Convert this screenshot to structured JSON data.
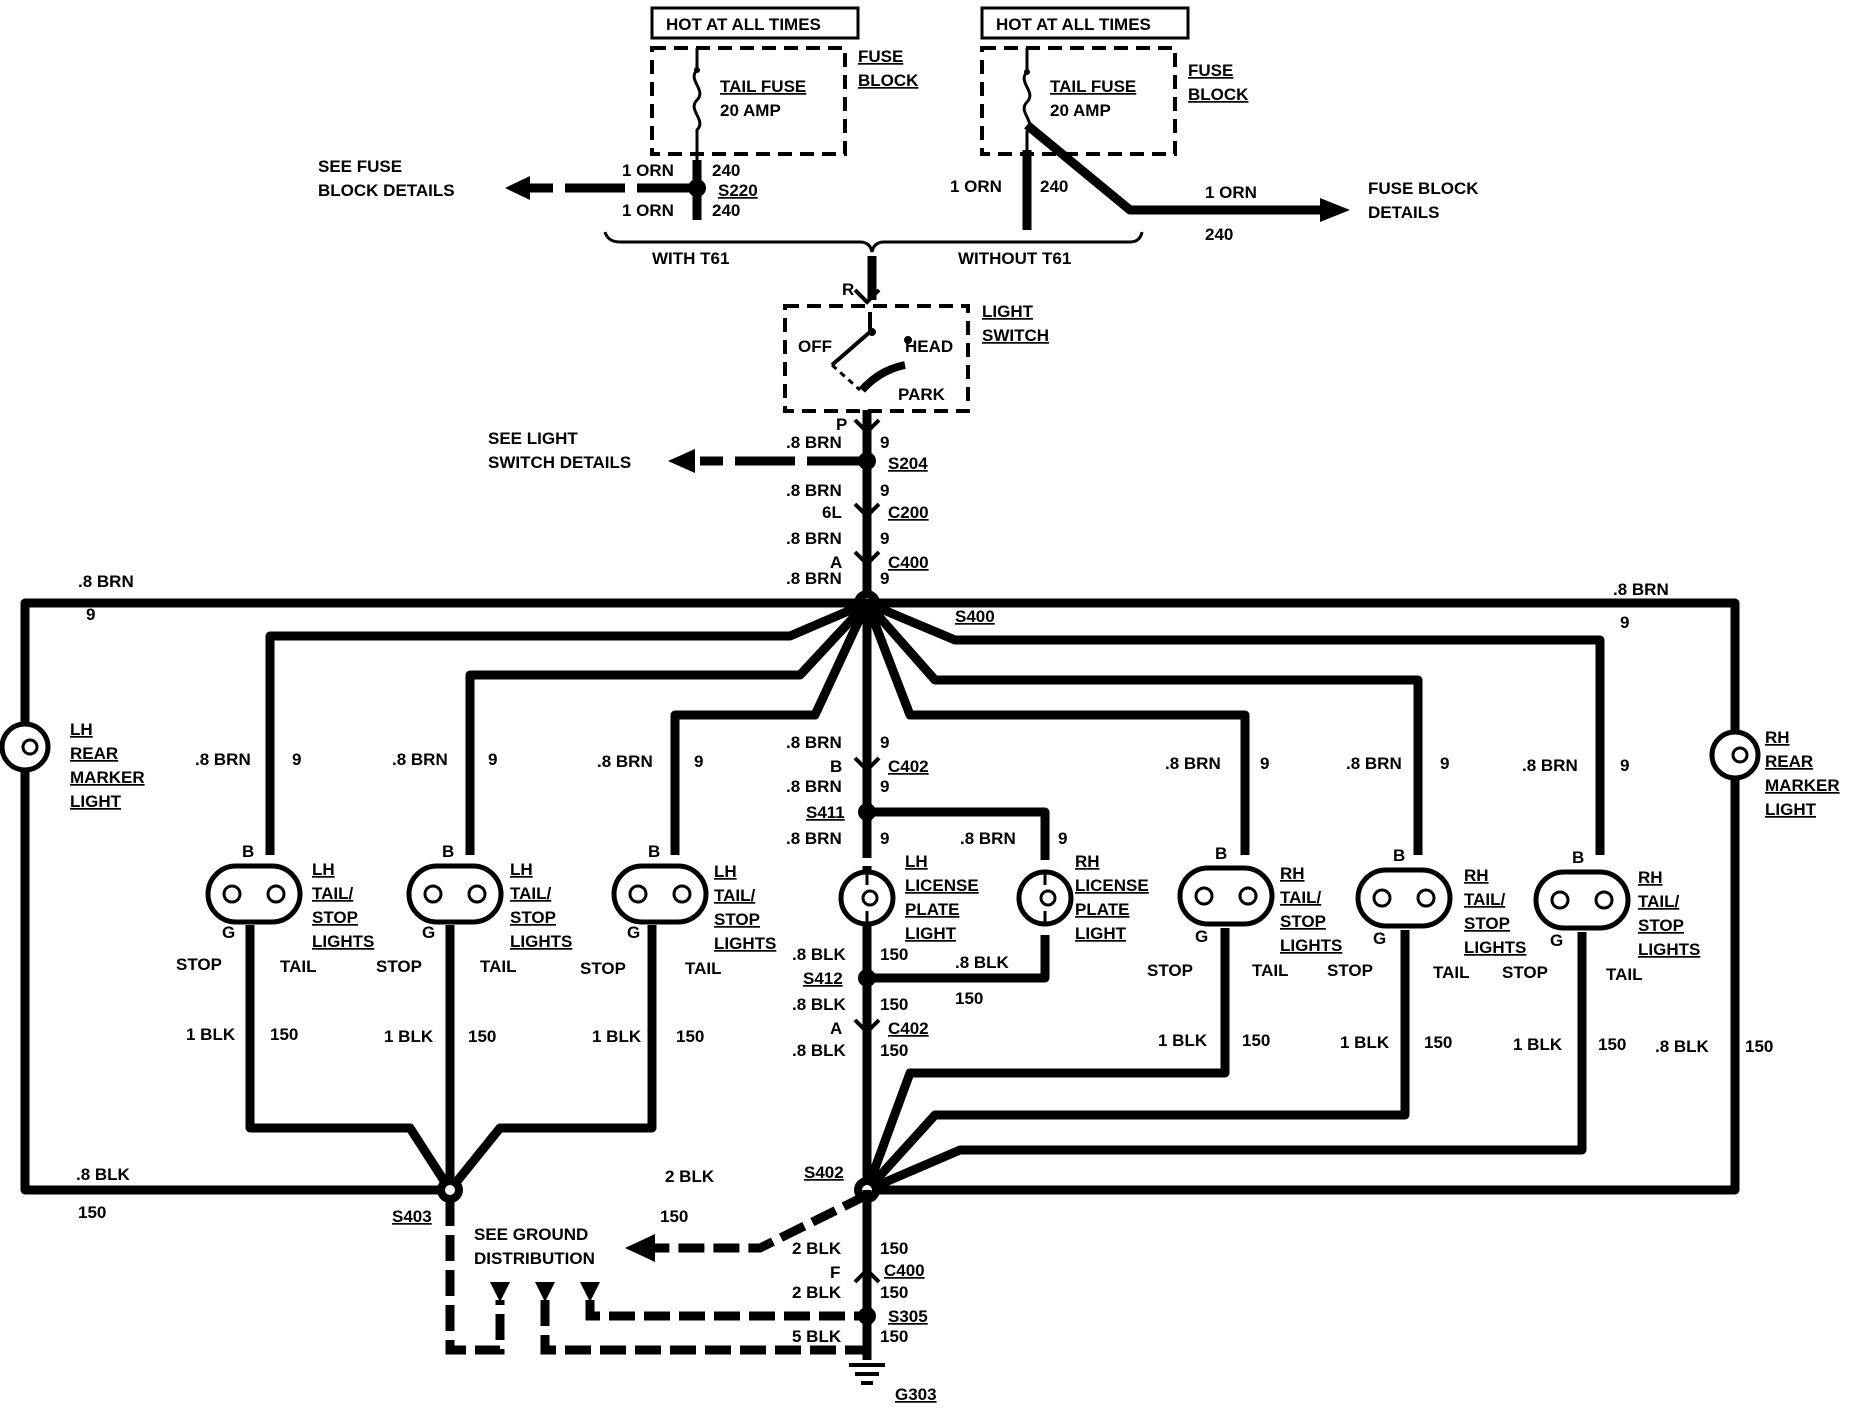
{
  "hot_label": "HOT AT ALL TIMES",
  "fuse_block": {
    "line1": "FUSE",
    "line2": "BLOCK"
  },
  "tail_fuse": {
    "line1": "TAIL FUSE",
    "line2": "20 AMP"
  },
  "see_fuse_details": {
    "line1": "SEE FUSE",
    "line2": "BLOCK DETAILS"
  },
  "fuse_block_details": {
    "line1": "FUSE BLOCK",
    "line2": "DETAILS"
  },
  "wire_1orn": "1 ORN",
  "circuit_240": "240",
  "splice_s220": "S220",
  "with_t61": "WITH T61",
  "without_t61": "WITHOUT T61",
  "pin_r": "R",
  "pin_p": "P",
  "light_switch": {
    "line1": "LIGHT",
    "line2": "SWITCH",
    "off": "OFF",
    "head": "HEAD",
    "park": "PARK"
  },
  "see_light_switch": {
    "line1": "SEE LIGHT",
    "line2": "SWITCH DETAILS"
  },
  "wire_08brn": ".8 BRN",
  "circuit_9": "9",
  "splice_s204": "S204",
  "pin_6l": "6L",
  "conn_c200": "C200",
  "pin_a": "A",
  "conn_c400": "C400",
  "splice_s400": "S400",
  "pin_b": "B",
  "conn_c402": "C402",
  "splice_s411": "S411",
  "pin_g": "G",
  "lh_marker": {
    "line1": "LH",
    "line2": "REAR",
    "line3": "MARKER",
    "line4": "LIGHT"
  },
  "rh_marker": {
    "line1": "RH",
    "line2": "REAR",
    "line3": "MARKER",
    "line4": "LIGHT"
  },
  "lh_tail": {
    "line1": "LH",
    "line2": "TAIL/",
    "line3": "STOP",
    "line4": "LIGHTS"
  },
  "rh_tail": {
    "line1": "RH",
    "line2": "TAIL/",
    "line3": "STOP",
    "line4": "LIGHTS"
  },
  "lh_license": {
    "line1": "LH",
    "line2": "LICENSE",
    "line3": "PLATE",
    "line4": "LIGHT"
  },
  "rh_license": {
    "line1": "RH",
    "line2": "LICENSE",
    "line3": "PLATE",
    "line4": "LIGHT"
  },
  "stop": "STOP",
  "tail": "TAIL",
  "wire_1blk": "1 BLK",
  "wire_08blk": ".8 BLK",
  "wire_2blk": "2 BLK",
  "wire_5blk": "5 BLK",
  "circuit_150": "150",
  "splice_s412": "S412",
  "splice_s402": "S402",
  "splice_s403": "S403",
  "splice_s305": "S305",
  "pin_f": "F",
  "see_ground": {
    "line1": "SEE GROUND",
    "line2": "DISTRIBUTION"
  },
  "ground_g303": "G303"
}
